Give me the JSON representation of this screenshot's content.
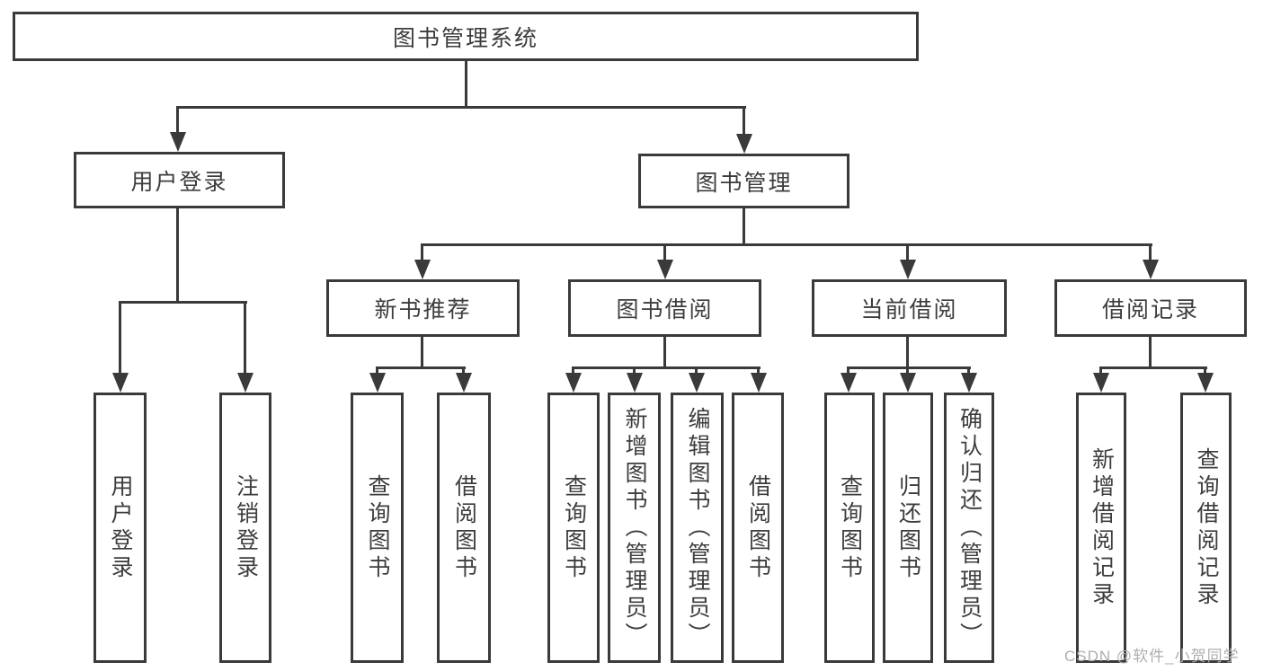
{
  "diagram_type": "hierarchy-tree",
  "colors": {
    "line": "#3a3a3a",
    "text": "#3d3d3d",
    "background": "#ffffff",
    "watermark": "#aeaeae"
  },
  "tree": {
    "label": "图书管理系统",
    "children": [
      {
        "label": "用户登录",
        "children": [
          {
            "label": "用户登录"
          },
          {
            "label": "注销登录"
          }
        ]
      },
      {
        "label": "图书管理",
        "children": [
          {
            "label": "新书推荐",
            "children": [
              {
                "label": "查询图书"
              },
              {
                "label": "借阅图书"
              }
            ]
          },
          {
            "label": "图书借阅",
            "children": [
              {
                "label": "查询图书"
              },
              {
                "label": "新增图书（管理员）"
              },
              {
                "label": "编辑图书（管理员）"
              },
              {
                "label": "借阅图书"
              }
            ]
          },
          {
            "label": "当前借阅",
            "children": [
              {
                "label": "查询图书"
              },
              {
                "label": "归还图书"
              },
              {
                "label": "确认归还（管理员）"
              }
            ]
          },
          {
            "label": "借阅记录",
            "children": [
              {
                "label": "新增借阅记录"
              },
              {
                "label": "查询借阅记录"
              }
            ]
          }
        ]
      }
    ]
  },
  "watermark": {
    "text": "CSDN @软件_小贺同学"
  }
}
